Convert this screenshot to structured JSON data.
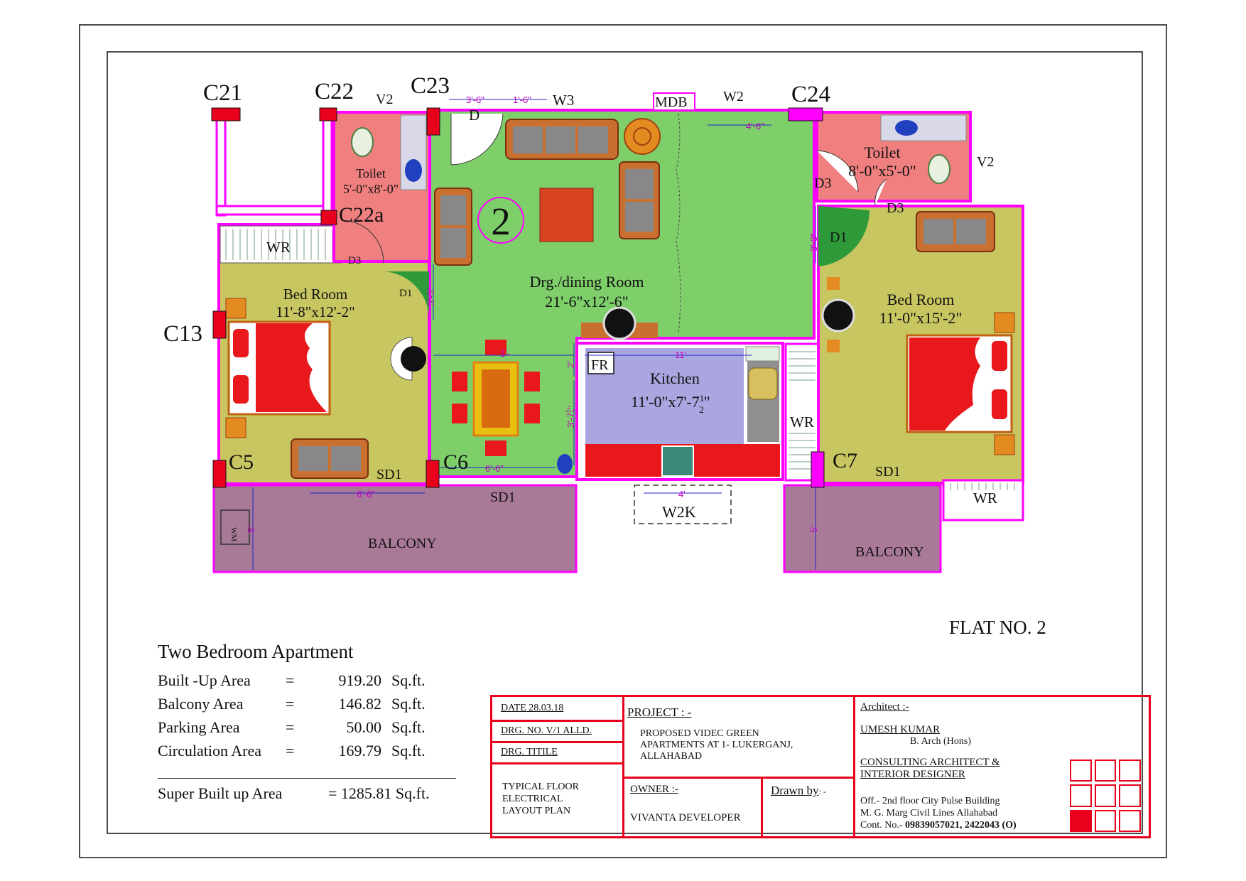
{
  "flat_number": "FLAT NO. 2",
  "plan_number": "2",
  "colors": {
    "frame": "#111111",
    "wall": "#ff00ff",
    "column": "#e8001c",
    "living": "#7ecf6a",
    "bedroom": "#c8c660",
    "toilet": "#f07f7f",
    "kitchen": "#a9a6e0",
    "balcony": "#a87a98",
    "title_block": "#e8001c"
  },
  "columns": [
    "C21",
    "C22",
    "C23",
    "C24",
    "C22a",
    "C13",
    "C5",
    "C6",
    "C7"
  ],
  "openings": {
    "V2_left": "V2",
    "V2_right": "V2",
    "D": "D",
    "W3": "W3",
    "MDB": "MDB",
    "W2": "W2",
    "D3_left": "D3",
    "D3_r1": "D3",
    "D3_r2": "D3",
    "D1_left": "D1",
    "D1_right": "D1",
    "FR": "FR",
    "SD1_left": "SD1",
    "SD1_mid": "SD1",
    "SD1_right": "SD1",
    "W2K": "W2K"
  },
  "rooms": {
    "toilet_left": {
      "name": "Toilet",
      "size": "5'-0\"x8'-0\""
    },
    "toilet_right": {
      "name": "Toilet",
      "size": "8'-0\"x5'-0\""
    },
    "bed_left": {
      "name": "Bed Room",
      "size": "11'-8\"x12'-2\""
    },
    "bed_right": {
      "name": "Bed Room",
      "size": "11'-0\"x15'-2\""
    },
    "drawing": {
      "name": "Drg./dining Room",
      "size": "21'-6\"x12'-6\""
    },
    "kitchen": {
      "name": "Kitchen",
      "size": "11'-0\"x7'-7",
      "size_frac": "1",
      "size_den": "2",
      "size_end": "\""
    },
    "wr_left": "WR",
    "wr_mid": "WR",
    "wr_right": "WR",
    "balcony_left": "BALCONY",
    "balcony_right": "BALCONY",
    "wm": "WM"
  },
  "dimensions": {
    "d1": "3'-6\"",
    "d2": "1'-6\"",
    "d3": "4'-6\"",
    "d4": "3'-3\"",
    "d5": "3'-3\"",
    "d6": "1'-",
    "d7": "2'",
    "d8": "11'",
    "d9": "3'-7",
    "d9b": "1",
    "d9c": "2",
    "d9d": "\"",
    "d10": "6'-6\"",
    "d11": "6'-6\"",
    "d12": "4'",
    "d13": "5'",
    "d14": "5'"
  },
  "areas": {
    "title": "Two Bedroom Apartment",
    "rows": [
      {
        "label": "Built -Up Area",
        "eq": "=",
        "value": "919.20",
        "unit": "Sq.ft."
      },
      {
        "label": "Balcony Area",
        "eq": "=",
        "value": "146.82",
        "unit": "Sq.ft."
      },
      {
        "label": "Parking Area",
        "eq": "=",
        "value": "50.00",
        "unit": "Sq.ft."
      },
      {
        "label": "Circulation Area",
        "eq": "=",
        "value": "169.79",
        "unit": "Sq.ft."
      }
    ],
    "super_label": "Super Built up Area",
    "super_value": "= 1285.81 Sq.ft."
  },
  "title_block": {
    "date": "DATE  28.03.18",
    "drg_no": "DRG. NO.  V/1 ALLD.",
    "drg_title_label": "DRG. TITILE",
    "drg_title_1": "TYPICAL FLOOR",
    "drg_title_2": "ELECTRICAL",
    "drg_title_3": "LAYOUT PLAN",
    "project_label": "PROJECT : -",
    "project_1": "PROPOSED VIDEC GREEN",
    "project_2": "APARTMENTS  AT  1- LUKERGANJ,",
    "project_3": "ALLAHABAD",
    "owner_label": "OWNER :-",
    "owner": "VIVANTA DEVELOPER",
    "drawn_by": "Drawn by",
    "drawn_by_suffix": ": -",
    "architect_label": "Architect :-",
    "architect": "UMESH   KUMAR",
    "degree": "B. Arch (Hons)",
    "firm_1": "CONSULTING  ARCHITECT &",
    "firm_2": "INTERIOR DESIGNER",
    "addr_1": "Off.- 2nd floor City Pulse Building",
    "addr_2": "M. G.  Marg  Civil  Lines    Allahabad",
    "contact_label": "Cont. No.- ",
    "contact": "09839057021,  2422043 (O)"
  }
}
